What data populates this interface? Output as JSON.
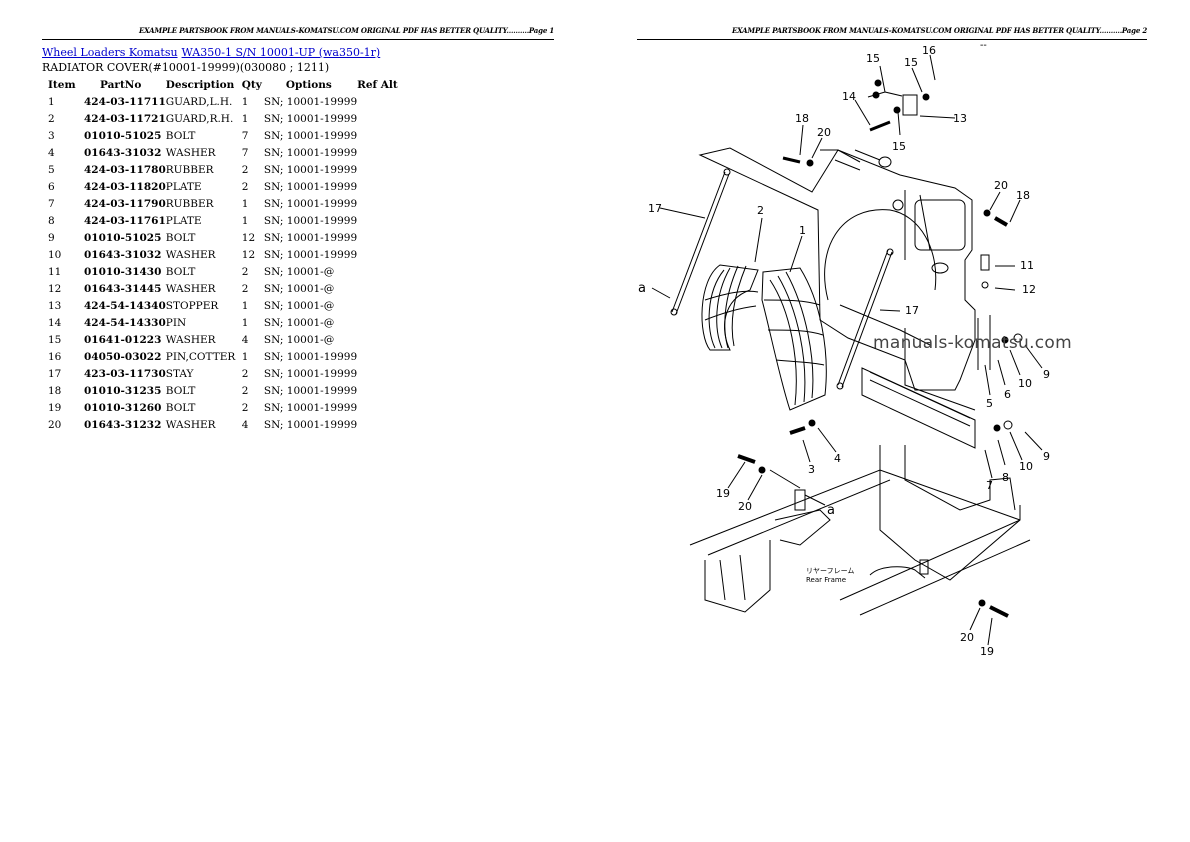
{
  "page1": {
    "header": "EXAMPLE PARTSBOOK FROM MANUALS-KOMATSU.COM ORIGINAL PDF HAS BETTER QUALITY..........Page 1",
    "breadcrumb": {
      "part1": "Wheel Loaders Komatsu",
      "part2": "WA350-1 S/N 10001-UP (wa350-1r)"
    },
    "subtitle": "RADIATOR COVER(#10001-19999)(030080 ; 1211)",
    "table": {
      "columns": [
        "Item",
        "PartNo",
        "Description",
        "Qty",
        "Options",
        "Ref Alt"
      ],
      "rows": [
        {
          "item": "1",
          "part": "424-03-11711",
          "desc": "GUARD,L.H.",
          "qty": "1",
          "opt": "SN; 10001-19999"
        },
        {
          "item": "2",
          "part": "424-03-11721",
          "desc": "GUARD,R.H.",
          "qty": "1",
          "opt": "SN; 10001-19999"
        },
        {
          "item": "3",
          "part": "01010-51025",
          "desc": "BOLT",
          "qty": "7",
          "opt": "SN; 10001-19999"
        },
        {
          "item": "4",
          "part": "01643-31032",
          "desc": "WASHER",
          "qty": "7",
          "opt": "SN; 10001-19999"
        },
        {
          "item": "5",
          "part": "424-03-11780",
          "desc": "RUBBER",
          "qty": "2",
          "opt": "SN; 10001-19999"
        },
        {
          "item": "6",
          "part": "424-03-11820",
          "desc": "PLATE",
          "qty": "2",
          "opt": "SN; 10001-19999"
        },
        {
          "item": "7",
          "part": "424-03-11790",
          "desc": "RUBBER",
          "qty": "1",
          "opt": "SN; 10001-19999"
        },
        {
          "item": "8",
          "part": "424-03-11761",
          "desc": "PLATE",
          "qty": "1",
          "opt": "SN; 10001-19999"
        },
        {
          "item": "9",
          "part": "01010-51025",
          "desc": "BOLT",
          "qty": "12",
          "opt": "SN; 10001-19999"
        },
        {
          "item": "10",
          "part": "01643-31032",
          "desc": "WASHER",
          "qty": "12",
          "opt": "SN; 10001-19999"
        },
        {
          "item": "11",
          "part": "01010-31430",
          "desc": "BOLT",
          "qty": "2",
          "opt": "SN; 10001-@"
        },
        {
          "item": "12",
          "part": "01643-31445",
          "desc": "WASHER",
          "qty": "2",
          "opt": "SN; 10001-@"
        },
        {
          "item": "13",
          "part": "424-54-14340",
          "desc": "STOPPER",
          "qty": "1",
          "opt": "SN; 10001-@"
        },
        {
          "item": "14",
          "part": "424-54-14330",
          "desc": "PIN",
          "qty": "1",
          "opt": "SN; 10001-@"
        },
        {
          "item": "15",
          "part": "01641-01223",
          "desc": "WASHER",
          "qty": "4",
          "opt": "SN; 10001-@"
        },
        {
          "item": "16",
          "part": "04050-03022",
          "desc": "PIN,COTTER",
          "qty": "1",
          "opt": "SN; 10001-19999"
        },
        {
          "item": "17",
          "part": "423-03-11730",
          "desc": "STAY",
          "qty": "2",
          "opt": "SN; 10001-19999"
        },
        {
          "item": "18",
          "part": "01010-31235",
          "desc": "BOLT",
          "qty": "2",
          "opt": "SN; 10001-19999"
        },
        {
          "item": "19",
          "part": "01010-31260",
          "desc": "BOLT",
          "qty": "2",
          "opt": "SN; 10001-19999"
        },
        {
          "item": "20",
          "part": "01643-31232",
          "desc": "WASHER",
          "qty": "4",
          "opt": "SN; 10001-19999"
        }
      ]
    }
  },
  "page2": {
    "header": "EXAMPLE PARTSBOOK FROM MANUALS-KOMATSU.COM ORIGINAL PDF HAS BETTER QUALITY..........Page 2",
    "dash": "--",
    "watermark": "manuals-komatsu.com",
    "diagram": {
      "frame_label_jp": "リヤーフレーム",
      "frame_label_en": "Rear Frame",
      "callouts": [
        "1",
        "2",
        "3",
        "4",
        "5",
        "6",
        "7",
        "8",
        "9",
        "9",
        "10",
        "10",
        "11",
        "12",
        "13",
        "14",
        "15",
        "15",
        "15",
        "16",
        "17",
        "17",
        "18",
        "18",
        "19",
        "19",
        "20",
        "20",
        "20",
        "20",
        "a",
        "a"
      ]
    }
  },
  "colors": {
    "link": "#0000cc",
    "text": "#000000",
    "background": "#ffffff"
  }
}
